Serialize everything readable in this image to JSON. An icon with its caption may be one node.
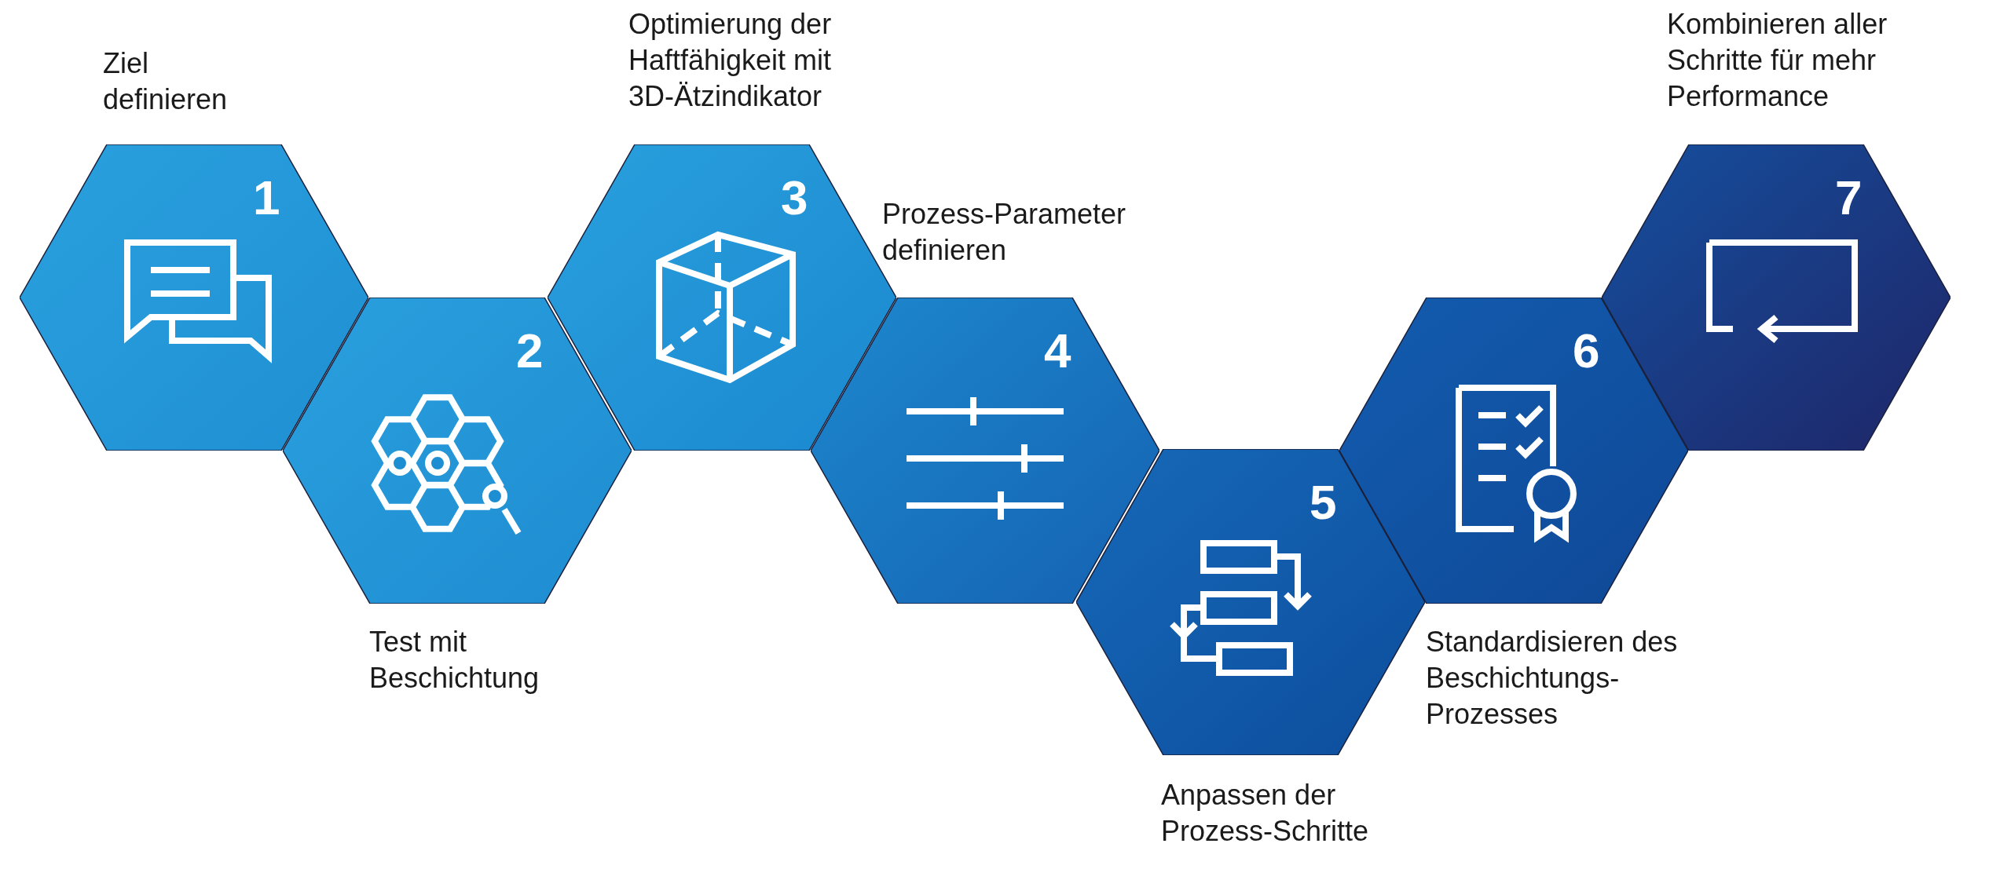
{
  "diagram": {
    "nodes": [
      {
        "text": [
          "1"
        ],
        "beside": [
          "Ziel definieren"
        ]
      },
      {
        "text": [
          "2"
        ],
        "beside": [
          "Test mit Beschichtung"
        ]
      },
      {
        "text": [
          "3"
        ],
        "beside": [
          "Optimierung der Haftfähigkeit mit 3D-Ätzindikator"
        ]
      },
      {
        "text": [
          "4"
        ]
      },
      {
        "text": [
          "5"
        ],
        "beside": [
          "Anpassen der Prozess-Schritte"
        ]
      },
      {
        "text": [
          "6"
        ]
      },
      {
        "text": [
          "7"
        ],
        "beside": [
          "Kombinieren aller Schritte für mehr Performance"
        ]
      }
    ],
    "labels": [
      "Prozess-Parameter definieren",
      "Standardisieren des Beschichtungs-Prozesses"
    ]
  }
}
